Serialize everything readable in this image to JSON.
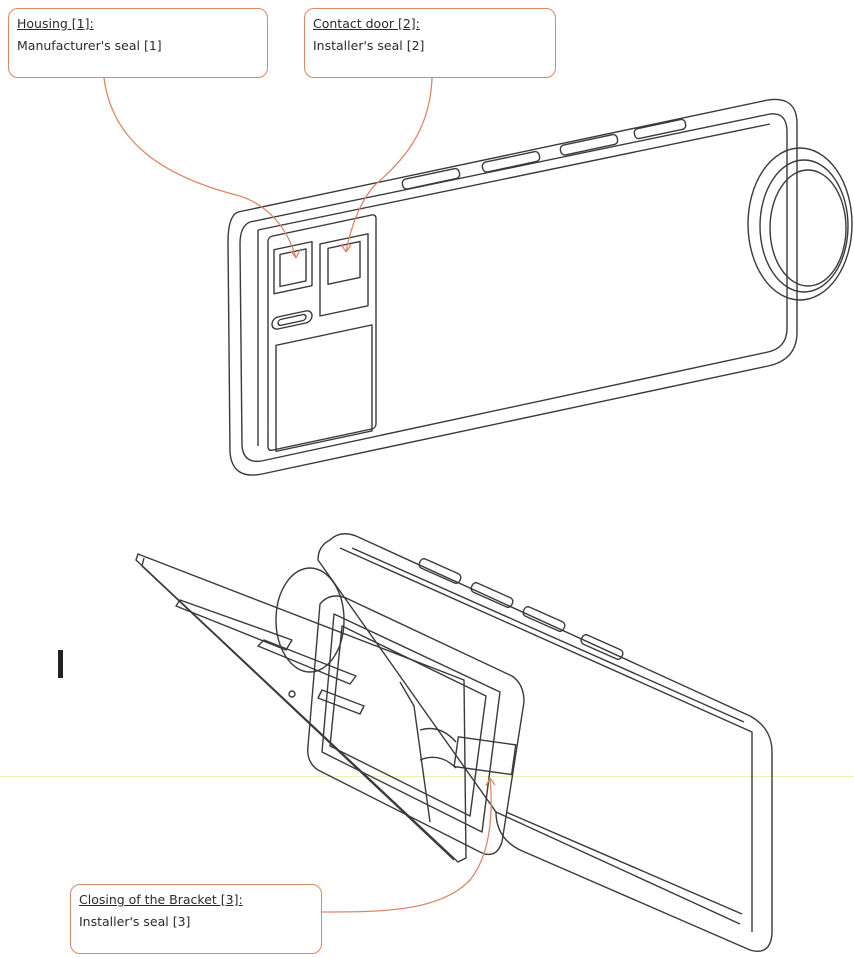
{
  "callouts": {
    "housing": {
      "title": "Housing [1]:",
      "body": "Manufacturer's seal [1]"
    },
    "contact_door": {
      "title": "Contact door [2]:",
      "body": "Installer's seal [2]"
    },
    "bracket": {
      "title": "Closing of the Bracket [3]:",
      "body": "Installer's seal [3]"
    }
  },
  "colors": {
    "leader_line": "#d9896a",
    "outline": "#3a3a3a",
    "callout_border": "#d9896a"
  }
}
